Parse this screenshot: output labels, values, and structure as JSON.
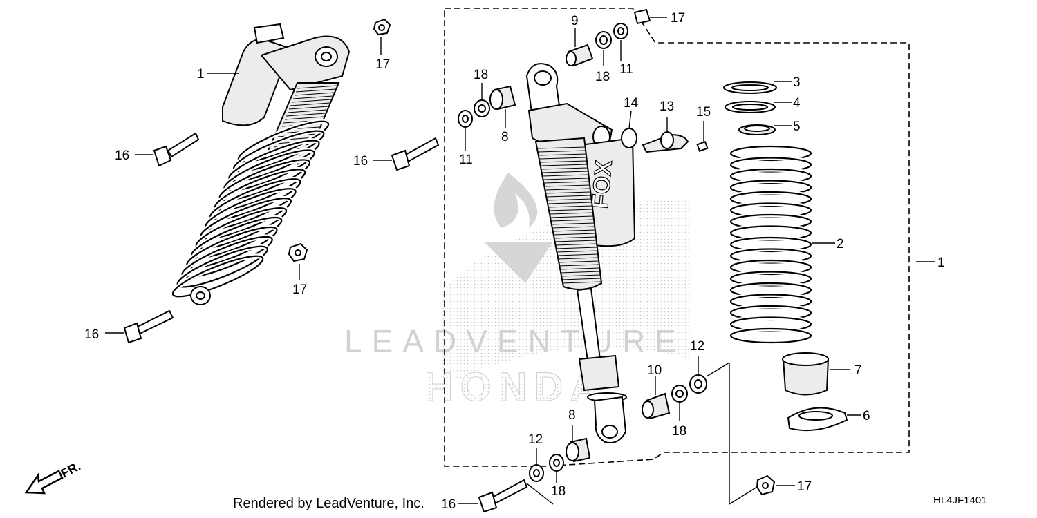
{
  "diagram": {
    "callouts": {
      "c1_left": "1",
      "c1_right": "1",
      "c2": "2",
      "c3": "3",
      "c4": "4",
      "c5": "5",
      "c6": "6",
      "c7": "7",
      "c8_top": "8",
      "c8_bottom": "8",
      "c9": "9",
      "c10": "10",
      "c11_a": "11",
      "c11_b": "11",
      "c12_a": "12",
      "c12_b": "12",
      "c13": "13",
      "c14": "14",
      "c15": "15",
      "c16_a": "16",
      "c16_b": "16",
      "c16_c": "16",
      "c16_d": "16",
      "c17_a": "17",
      "c17_b": "17",
      "c17_c": "17",
      "c17_d": "17",
      "c18_a": "18",
      "c18_b": "18",
      "c18_c": "18",
      "c18_d": "18"
    },
    "front_label": "FR.",
    "credit": "Rendered by LeadVenture, Inc.",
    "code": "HL4JF1401",
    "watermark_brand": "LEADVENTURE",
    "watermark_make": "HONDA",
    "shock_logo": "FOX"
  }
}
